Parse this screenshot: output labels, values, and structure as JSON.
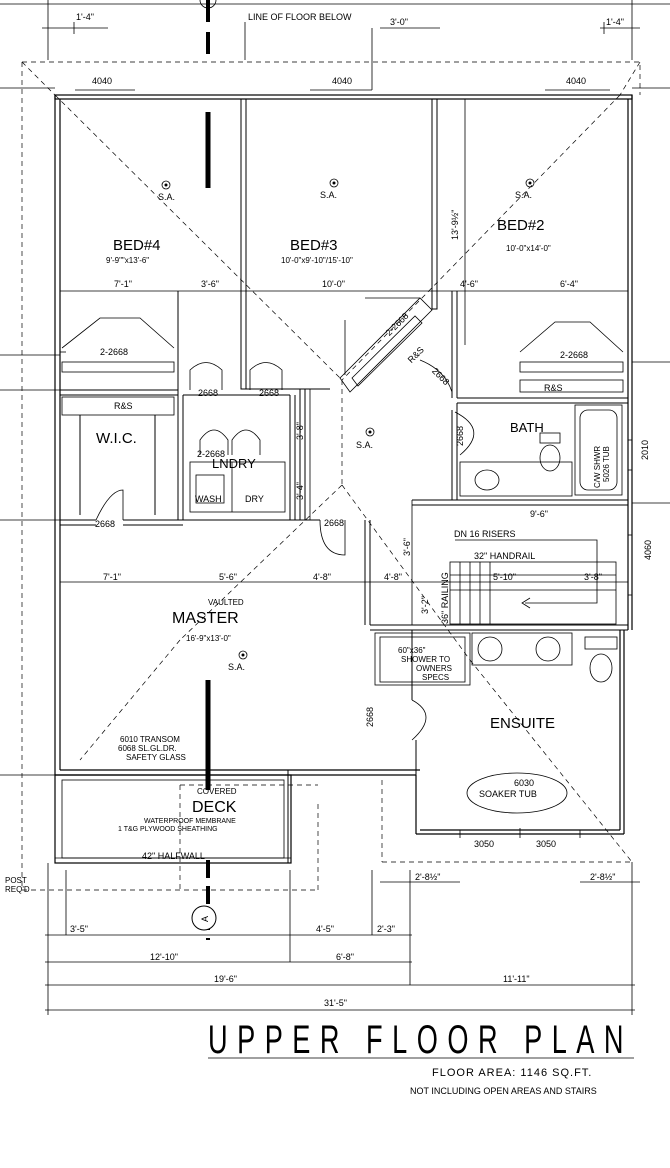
{
  "drawing": {
    "title": "UPPER FLOOR PLAN",
    "floor_area": "FLOOR AREA: 1146 SQ.FT.",
    "floor_area_note": "NOT INCLUDING OPEN AREAS AND STAIRS",
    "line_of_floor_below": "LINE OF FLOOR BELOW"
  },
  "rooms": {
    "bed4": {
      "name": "BED#4",
      "size": "9'-9\"\"x13'-6\""
    },
    "bed3": {
      "name": "BED#3",
      "size": "10'-0\"x9'-10\"/15'-10\""
    },
    "bed2": {
      "name": "BED#2",
      "size": "10'-0\"x14'-0\""
    },
    "wic": {
      "name": "W.I.C."
    },
    "lndry": {
      "name": "LNDRY"
    },
    "bath": {
      "name": "BATH"
    },
    "master": {
      "name": "MASTER",
      "note": "VAULTED",
      "size": "16'-9\"x13'-0\""
    },
    "ensuite": {
      "name": "ENSUITE"
    },
    "deck": {
      "name": "DECK",
      "note": "COVERED",
      "membrane": "WATERPROOF MEMBRANE",
      "sheathing": "1 T&G PLYWOOD SHEATHING",
      "halfwall": "42\" HALFWALL"
    }
  },
  "labels": {
    "sa": "S.A.",
    "rs": "R&S",
    "wash": "WASH",
    "dry": "DRY",
    "tub_line1": "C/W SHWR",
    "tub_line2": "5026 TUB",
    "dn_risers": "DN 16 RISERS",
    "handrail": "32\" HANDRAIL",
    "railing": "36\" RAILING",
    "shower1": "60\"x36\"",
    "shower2": "SHOWER TO",
    "shower3": "OWNERS",
    "shower4": "SPECS",
    "soaker1": "6030",
    "soaker2": "SOAKER TUB",
    "transom1": "6010 TRANSOM",
    "transom2": "6068 SL.GL.DR.",
    "transom3": "SAFETY GLASS",
    "post1": "POST",
    "post2": "REQ'D",
    "section": "A"
  },
  "windows": {
    "w4040": "4040",
    "w3050": "3050",
    "w2010": "2010",
    "w4060": "4060"
  },
  "doors": {
    "d2668": "2-2668",
    "d2668s": "2668"
  },
  "dims": {
    "d1_4": "1'-4\"",
    "d3_0": "3'-0\"",
    "d7_1": "7'-1\"",
    "d3_6": "3'-6\"",
    "d10_0": "10'-0\"",
    "d4_6": "4'-6\"",
    "d6_4": "6'-4\"",
    "d13_9": "13'-9½\"",
    "d3_8": "3'-8\"",
    "d3_4": "3'-4\"",
    "d9_6": "9'-6\"",
    "d5_6": "5'-6\"",
    "d4_8": "4'-8\"",
    "d5_10": "5'-10\"",
    "d3_2": "3'-2\"",
    "d2_8": "2'-8½\"",
    "d3_5": "3'-5\"",
    "d4_5": "4'-5\"",
    "d2_3": "2'-3\"",
    "d12_10": "12'-10\"",
    "d6_8": "6'-8\"",
    "d19_6": "19'-6\"",
    "d11_11": "11'-11\"",
    "d31_5": "31'-5\""
  }
}
